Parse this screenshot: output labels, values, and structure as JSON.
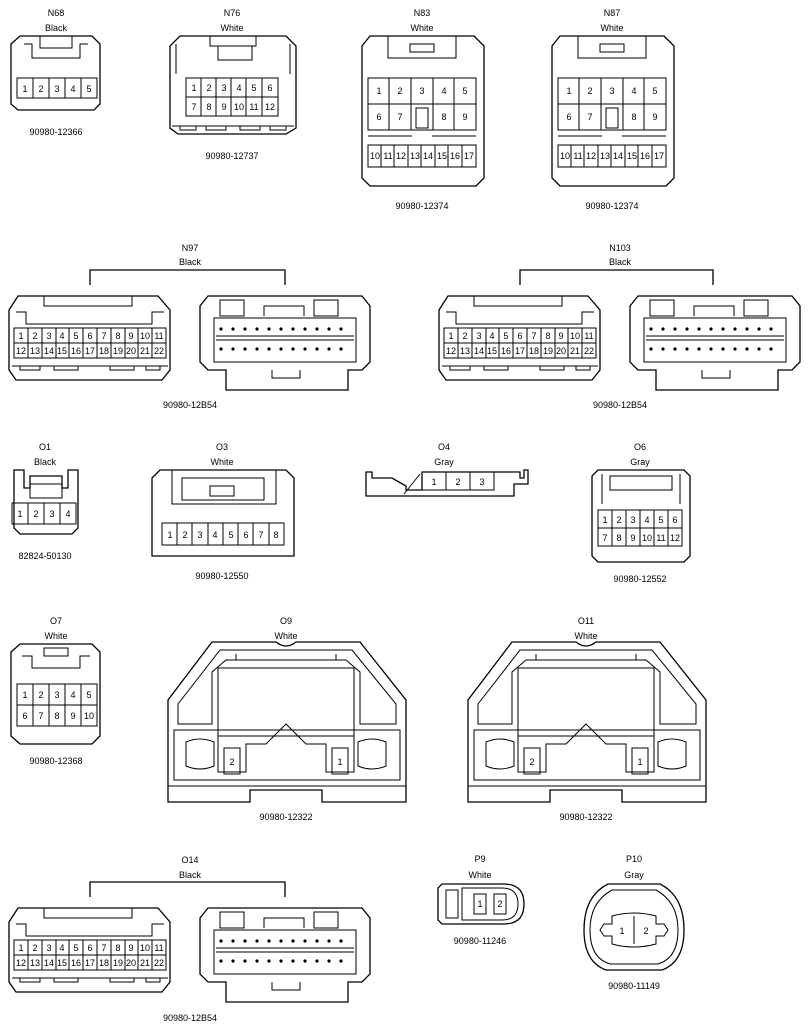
{
  "connectors": [
    {
      "id": "N68",
      "color": "Black",
      "part": "90980-12366"
    },
    {
      "id": "N76",
      "color": "White",
      "part": "90980-12737"
    },
    {
      "id": "N83",
      "color": "White",
      "part": "90980-12374"
    },
    {
      "id": "N87",
      "color": "White",
      "part": "90980-12374"
    },
    {
      "id": "N97",
      "color": "Black",
      "part": "90980-12B54"
    },
    {
      "id": "N103",
      "color": "Black",
      "part": "90980-12B54"
    },
    {
      "id": "O1",
      "color": "Black",
      "part": "82824-50130"
    },
    {
      "id": "O3",
      "color": "White",
      "part": "90980-12550"
    },
    {
      "id": "O4",
      "color": "Gray",
      "part": ""
    },
    {
      "id": "O6",
      "color": "Gray",
      "part": "90980-12552"
    },
    {
      "id": "O7",
      "color": "White",
      "part": "90980-12368"
    },
    {
      "id": "O9",
      "color": "White",
      "part": "90980-12322"
    },
    {
      "id": "O11",
      "color": "White",
      "part": "90980-12322"
    },
    {
      "id": "O14",
      "color": "Black",
      "part": "90980-12B54"
    },
    {
      "id": "P9",
      "color": "White",
      "part": "90980-11246"
    },
    {
      "id": "P10",
      "color": "Gray",
      "part": "90980-11149"
    }
  ]
}
